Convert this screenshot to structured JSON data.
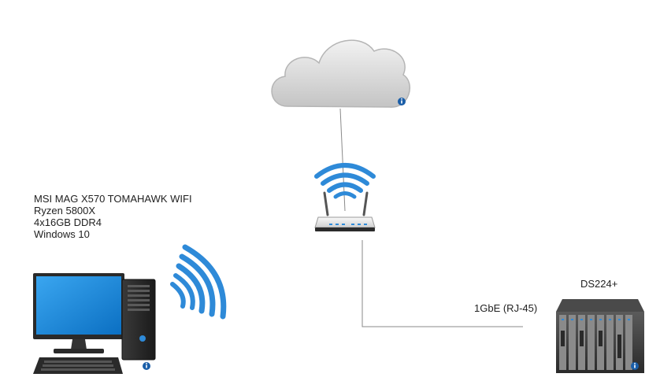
{
  "pc": {
    "spec_lines": [
      "MSI MAG X570 TOMAHAWK WIFI",
      "Ryzen 5800X",
      "4x16GB DDR4",
      "Windows 10"
    ],
    "icon": "desktop-computer-icon"
  },
  "nas": {
    "label": "DS224+",
    "icon": "nas-server-icon"
  },
  "link": {
    "label": "1GbE (RJ-45)"
  },
  "cloud": {
    "icon": "cloud-icon"
  },
  "router": {
    "icon": "wireless-router-icon"
  },
  "colors": {
    "line": "#8a8a8a",
    "wifi": "#2e8ad8",
    "info": "#1a5ea8",
    "cloud": "#d4d4d4",
    "monitor_screen": "#1a8fe0"
  }
}
